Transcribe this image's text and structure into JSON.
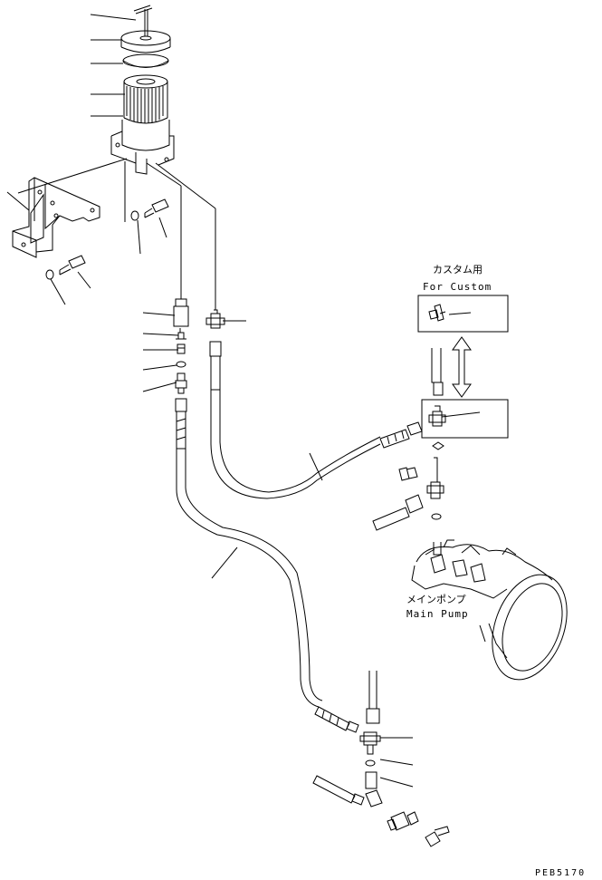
{
  "labels": {
    "custom_jp": "カスタム用",
    "custom_en": "For Custom",
    "pump_jp": "メインポンプ",
    "pump_en": "Main Pump",
    "drawing_code": "PEB5170"
  }
}
